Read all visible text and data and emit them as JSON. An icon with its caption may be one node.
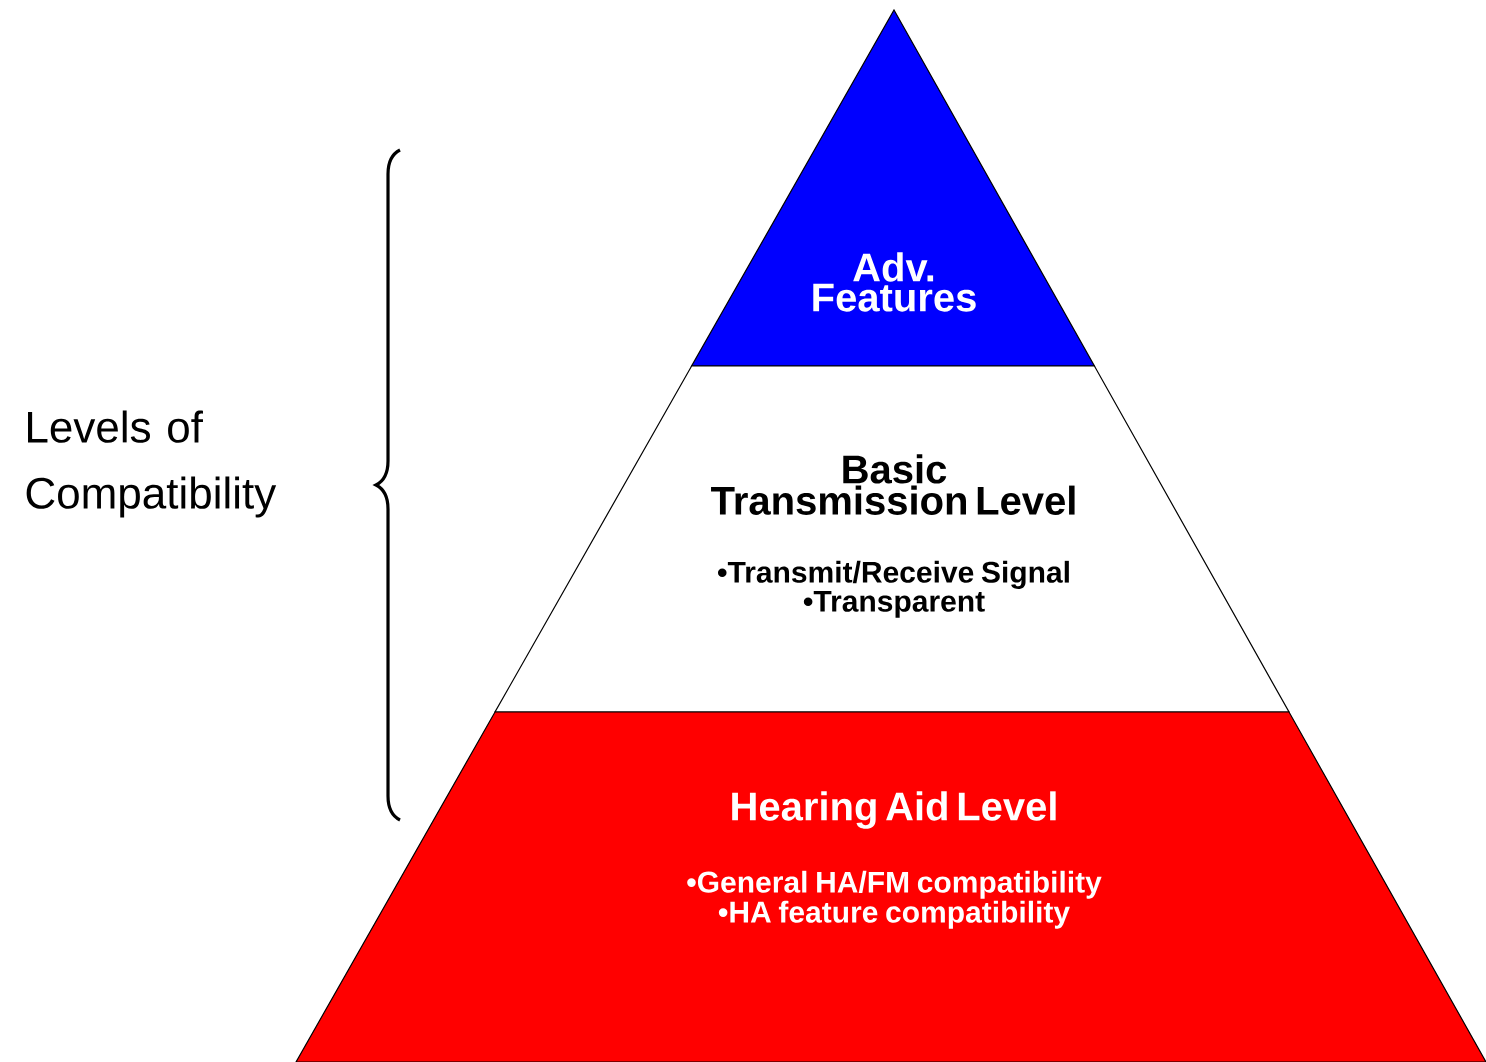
{
  "diagram": {
    "nodes": [
      {
        "text": [
          "Adv. Features"
        ]
      },
      {
        "text": [
          "Basic Transmission Level",
          "•Transmit/Receive Signal",
          "•Transparent"
        ]
      },
      {
        "text": [
          "Hearing Aid Level",
          "•General HA/FM compatibility",
          "•HA feature compatibility"
        ]
      }
    ],
    "labels": [
      "Levels of Compatibility"
    ]
  }
}
